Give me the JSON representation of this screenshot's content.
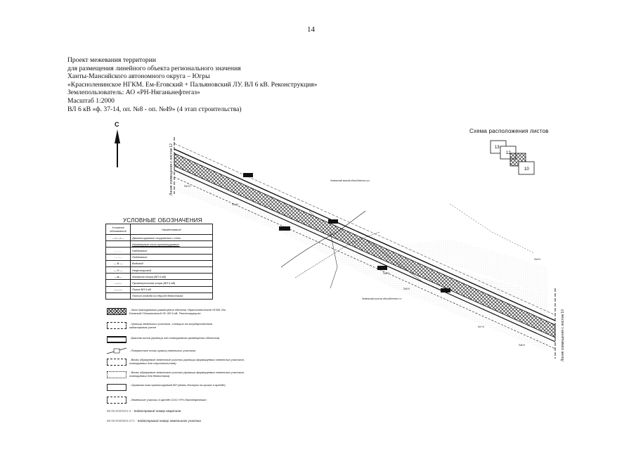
{
  "page": {
    "number": "14"
  },
  "header": {
    "lines": [
      "Проект межевания территории",
      "для размещения линейного объекта регионального значения",
      "Ханты-Мансийского автономного округа – Югры",
      "«Красноленинское НГКМ. Ем-Еговский + Пальяновский ЛУ. ВЛ 6 кВ. Реконструкция»",
      "Землепользователь: АО «РН-Няганьнефтегаз»",
      "Масштаб 1:2000",
      "ВЛ 6 кВ «ф. 37-14, оп. №8 - оп. №49» (4 этап строительства)"
    ]
  },
  "north": {
    "label": "С"
  },
  "scheme": {
    "title": "Схема расположения листов",
    "sheets": [
      "13",
      "12",
      "10"
    ]
  },
  "map": {
    "match_line_left": "Линия совмещения с листом 12",
    "match_line_right": "Линия совмещения с листом 10"
  },
  "legend": {
    "title": "УСЛОВНЫЕ ОБОЗНАЧЕНИЯ",
    "header": {
      "symbol": "Условное обозначение",
      "name": "Наименование"
    },
    "rows": [
      {
        "symbol": "—×—×—",
        "name": "Демонтируемые сооружения и сети"
      },
      {
        "symbol": "",
        "name": "Инженерные сети проектируемые:"
      },
      {
        "symbol": "- - - - -",
        "name": "Надземные"
      },
      {
        "symbol": "- - - - -",
        "name": "Подземные"
      },
      {
        "symbol": "— В —",
        "name": "Водовод"
      },
      {
        "symbol": "— Н —",
        "name": "Нефтепровод"
      },
      {
        "symbol": "—●—",
        "name": "Анкерная опора (ВЛ 6 кВ)"
      },
      {
        "symbol": "—○—",
        "name": "Промежуточная опора (ВЛ 6 кВ)"
      },
      {
        "symbol": "———",
        "name": "Линия ВЛ 6 кВ"
      },
      {
        "symbol": "",
        "name": "Полоса отвода на период демонтажа"
      }
    ],
    "extra": [
      "- Зона планируемого размещения объекта «Красноленинское НГКМ. Ем-Еговский+Пальяновский ЛУ. ВЛ 6 кВ. Реконструкция»",
      "- Граница земельных участков, стоящих на государственном кадастровом учете",
      "- Красная линия (граница зон планируемого размещения объектов)",
      "- Поворотные точки границ земельных участков",
      "- Вновь образуемые земельные участки (границы формируемых земельных участков, планируемых для строительства)",
      "- Вновь образуемые земельные участки (границы формируемых земельных участков, планируемых для демонтажа)",
      "- Охранная зона проектируемой ВЛ (земли доступа на сроках в аренде)",
      "- Земельные участки в аренде ООО «РН-Уватнефтегаз»"
    ],
    "cadastral": [
      {
        "number": "86:08:0020201:2",
        "desc": "- Кадастровый номер квартала"
      },
      {
        "number": "86:08:0020504:271",
        "desc": "- Кадастровый номер земельного участка"
      }
    ]
  },
  "colors": {
    "ink": "#111111",
    "paper": "#ffffff",
    "hatch": "#222222"
  }
}
